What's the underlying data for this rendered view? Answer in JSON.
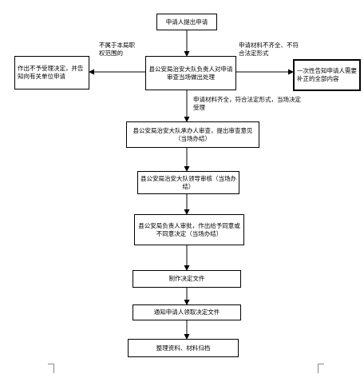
{
  "nodes": {
    "apply": "申请人提出申请",
    "review_accept": "县公安局治安大队负责人对申请审查当场做出处理",
    "not_accept": "作出不予受理决定，并告知向有关单位申请",
    "supplement": "一次性告知申请人需要补正的全部内容",
    "examine": "县公安局治安大队承办人审查，提出审查意见（当场办结）",
    "leader_review": "县公安局治安大队领导审核（当场办结）",
    "approve": "县公安局负责人审批，作出给予同意或不同意决定（当场办结）",
    "make_doc": "制作决定文件",
    "notify": "通知申请人领取决定文件",
    "archive": "整理资料、材料归档"
  },
  "edge_labels": {
    "not_in_scope": "不属于本局职权范围的",
    "incomplete": "申请材料不齐全、不符合法定形式",
    "complete": "申请材料齐全，符合法定形式，当场决定受理"
  }
}
